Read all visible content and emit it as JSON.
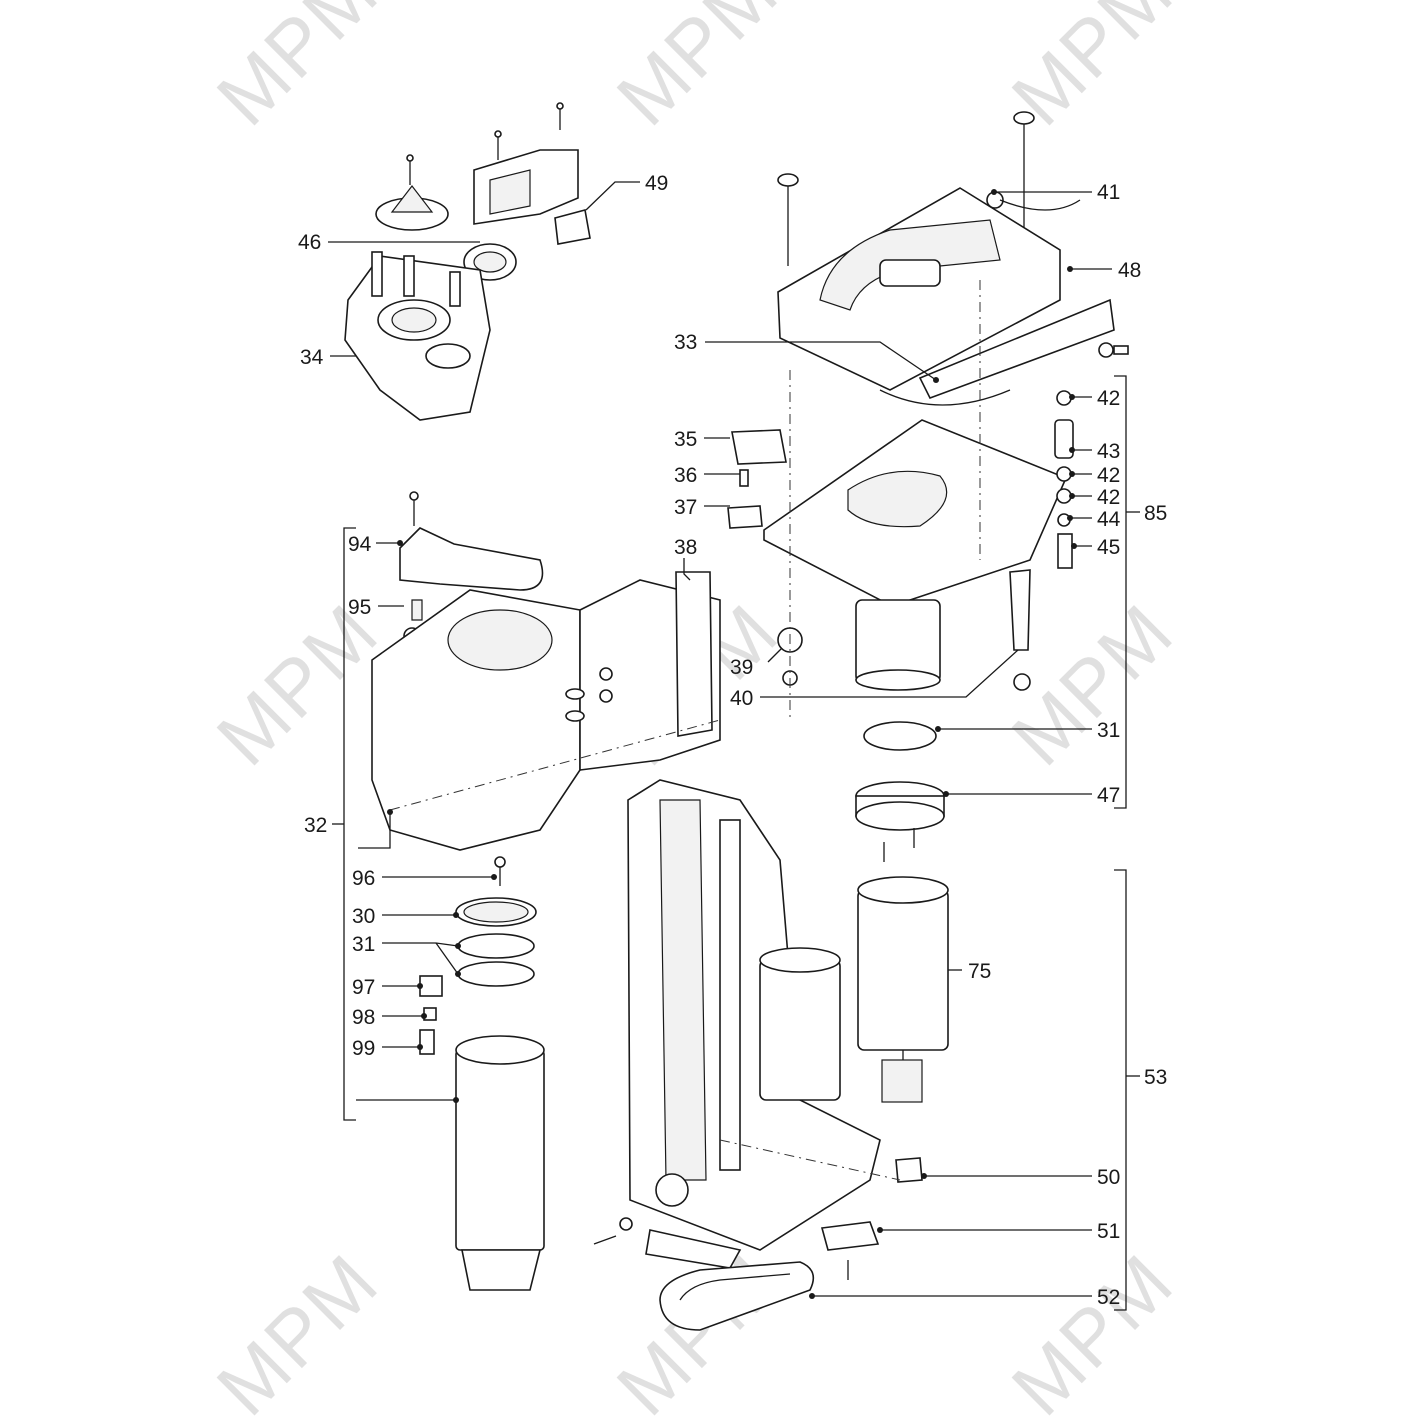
{
  "watermark": "MPM",
  "callouts": {
    "c30": "30",
    "c31a": "31",
    "c31b": "31",
    "c32": "32",
    "c33": "33",
    "c34": "34",
    "c35": "35",
    "c36": "36",
    "c37": "37",
    "c38": "38",
    "c39": "39",
    "c40": "40",
    "c41": "41",
    "c42a": "42",
    "c42b": "42",
    "c42c": "42",
    "c43": "43",
    "c44": "44",
    "c45": "45",
    "c46": "46",
    "c47": "47",
    "c48": "48",
    "c49": "49",
    "c50": "50",
    "c51": "51",
    "c52": "52",
    "c53": "53",
    "c75": "75",
    "c85": "85",
    "c94": "94",
    "c95": "95",
    "c96": "96",
    "c97": "97",
    "c98": "98",
    "c99": "99"
  }
}
